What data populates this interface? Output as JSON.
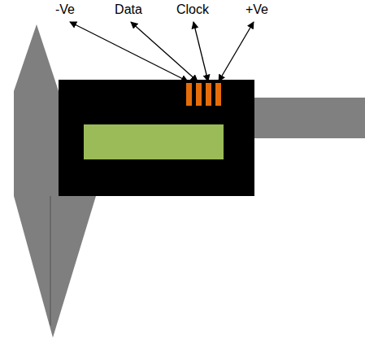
{
  "diagram": {
    "labels": [
      "-Ve",
      "Data",
      "Clock",
      "+Ve"
    ]
  }
}
